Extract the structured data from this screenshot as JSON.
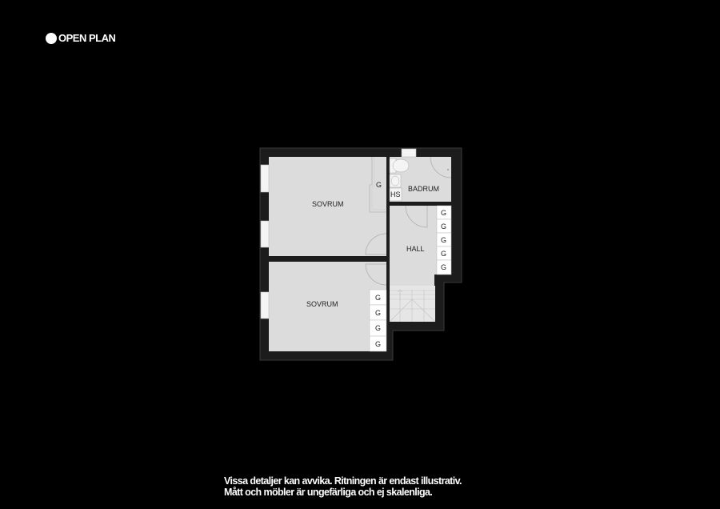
{
  "header": {
    "logo_icon": "circle-logo-icon",
    "logo_text": "OPEN PLAN"
  },
  "floorplan": {
    "rooms": [
      {
        "id": "bedroom-1",
        "label": "SOVRUM"
      },
      {
        "id": "bedroom-2",
        "label": "SOVRUM"
      },
      {
        "id": "bathroom",
        "label": "BADRUM"
      },
      {
        "id": "hall",
        "label": "HALL"
      }
    ],
    "fixtures": {
      "linen_closet": "HS",
      "wardrobe": "G"
    },
    "wardrobes_hall": [
      "G",
      "G",
      "G",
      "G",
      "G"
    ],
    "wardrobes_bedroom2": [
      "G",
      "G",
      "G",
      "G"
    ],
    "wardrobe_bedroom1": "G",
    "colors": {
      "wall": "#1c1c1c",
      "wall_edge": "#3a3a3a",
      "floor": "#dcdcdd",
      "window": "#f4f4f4",
      "fixture_line": "#b5b5b5",
      "background": "#000000"
    }
  },
  "footer": {
    "disclaimer_line1": "Vissa detaljer kan avvika. Ritningen är endast illustrativ.",
    "disclaimer_line2": "Mått och möbler är ungefärliga och ej skalenliga."
  }
}
